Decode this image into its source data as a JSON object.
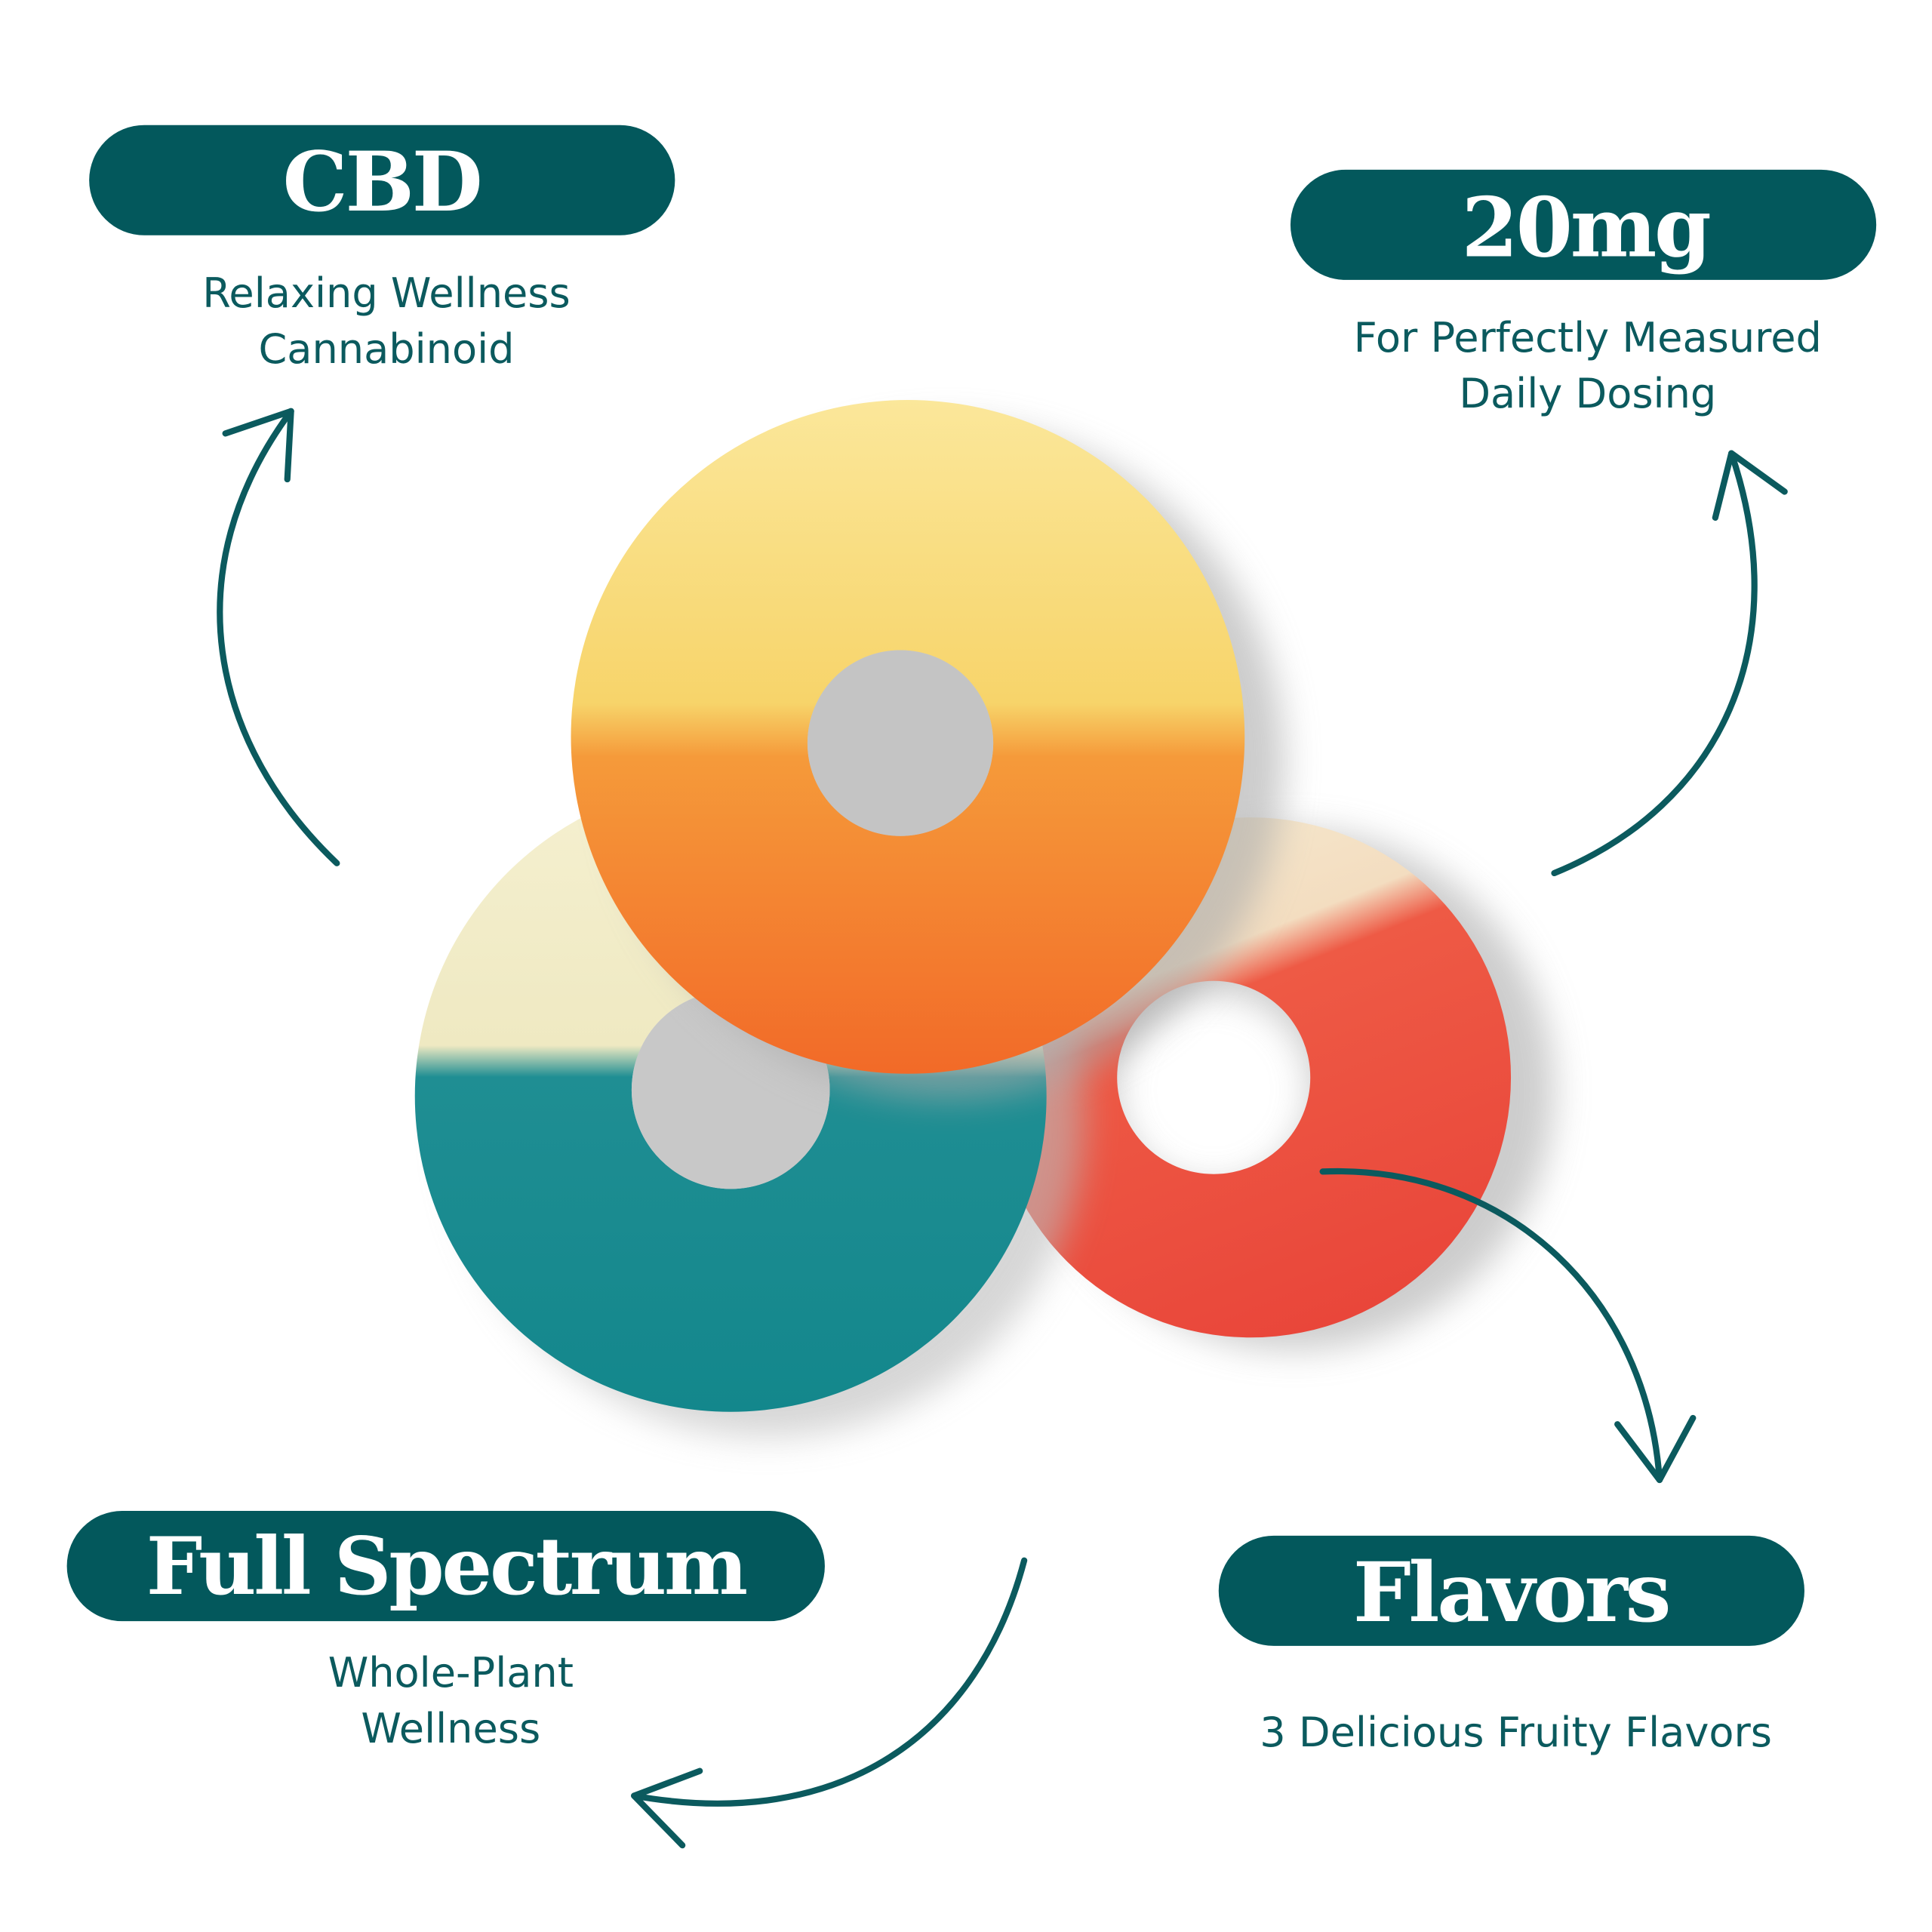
{
  "features": [
    {
      "title": "CBD",
      "lines": [
        "Relaxing Wellness",
        "Cannabinoid"
      ]
    },
    {
      "title": "20mg",
      "lines": [
        "For Perfectly Measured",
        "Daily Dosing"
      ]
    },
    {
      "title": "Full Spectrum",
      "lines": [
        "Whole-Plant",
        "Wellness"
      ]
    },
    {
      "title": "Flavors",
      "lines": [
        "3 Delicious Fruity Flavors"
      ]
    }
  ],
  "colors": {
    "accent": "#03585c",
    "text": "#0b5a5e"
  }
}
